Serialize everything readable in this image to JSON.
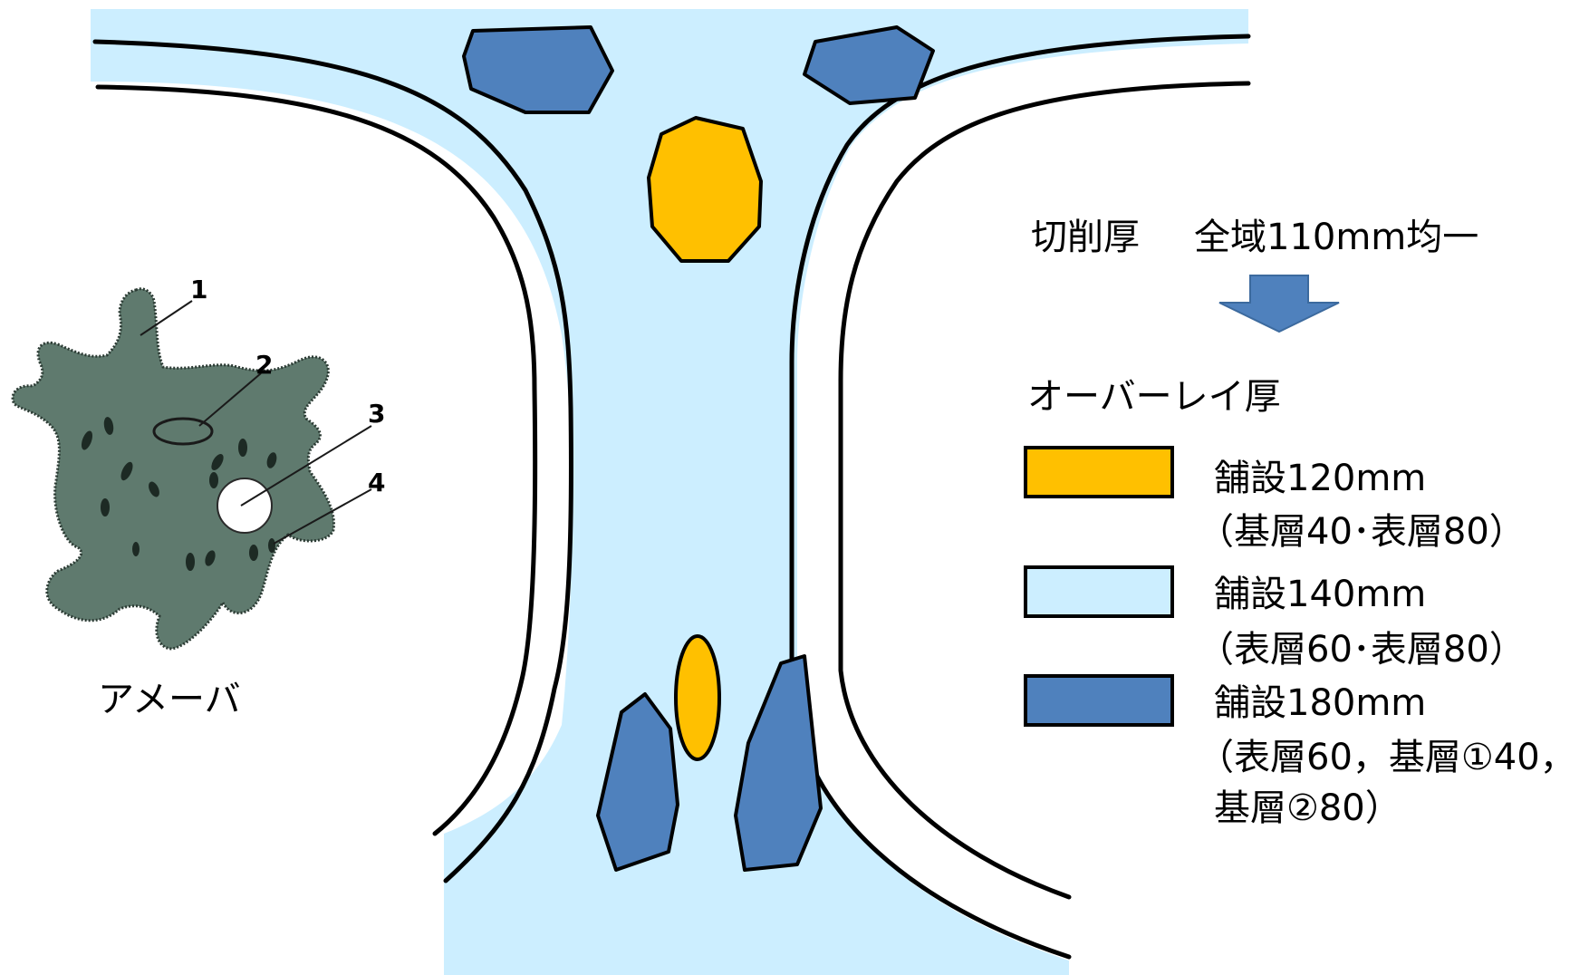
{
  "colors": {
    "road_fill": "#cceeff",
    "orange": "#ffc000",
    "light_blue": "#cceeff",
    "dark_blue": "#4f81bd",
    "arrow": "#4f81bd",
    "stroke": "#000000"
  },
  "amoeba": {
    "caption": "アメーバ",
    "labels": [
      "1",
      "2",
      "3",
      "4"
    ]
  },
  "cut": {
    "label": "切削厚",
    "value": "全域110mm均一"
  },
  "arrow_icon": "down-arrow-icon",
  "overlay": {
    "title": "オーバーレイ厚",
    "legend": [
      {
        "color": "#ffc000",
        "line1": "舗設120mm",
        "line2": "（基層40･表層80）",
        "line3": ""
      },
      {
        "color": "#cceeff",
        "line1": "舗設140mm",
        "line2": "（表層60･表層80）",
        "line3": ""
      },
      {
        "color": "#4f81bd",
        "line1": "舗設180mm",
        "line2": "（表層60，基層①40，",
        "line3": "基層②80）"
      }
    ]
  }
}
